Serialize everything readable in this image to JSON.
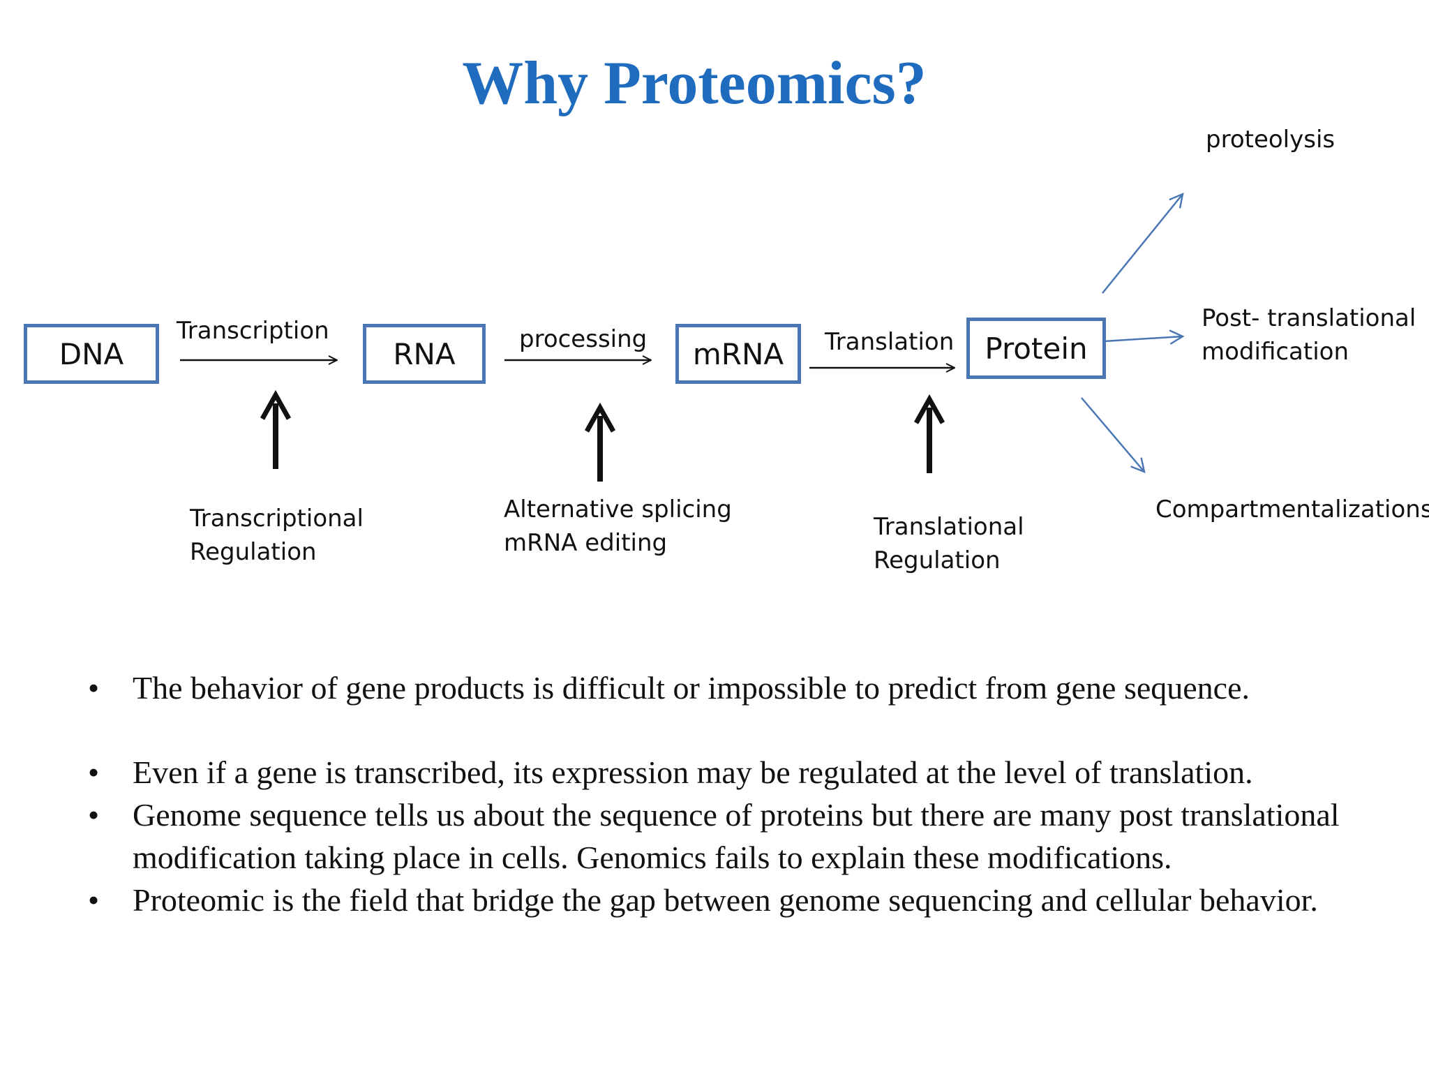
{
  "title": "Why Proteomics?",
  "nodes": {
    "dna": "DNA",
    "rna": "RNA",
    "mrna": "mRNA",
    "protein": "Protein"
  },
  "steps": {
    "transcription": "Transcription",
    "processing": "processing",
    "translation": "Translation"
  },
  "regulation": {
    "transcriptional": [
      "Transcriptional",
      "Regulation"
    ],
    "splicing": [
      "Alternative splicing",
      "mRNA editing"
    ],
    "translational": [
      "Translational",
      "Regulation"
    ]
  },
  "protein_fates": {
    "proteolysis": "proteolysis",
    "ptm": [
      "Post- translational",
      "modification"
    ],
    "compartment": "Compartmentalizations"
  },
  "bullets": [
    "The behavior of gene products is difficult or impossible to predict from gene sequence.",
    "Even if a gene is transcribed, its expression may be regulated at the level of translation.",
    "Genome sequence tells us about the sequence of proteins but there are many post translational modification taking place in cells. Genomics fails to explain these modifications.",
    "Proteomic is the field that bridge the gap between genome sequencing and cellular behavior."
  ],
  "colors": {
    "title": "#1f6cbf",
    "box_border": "#4a77b4",
    "fate_arrow": "#4a77b4"
  }
}
